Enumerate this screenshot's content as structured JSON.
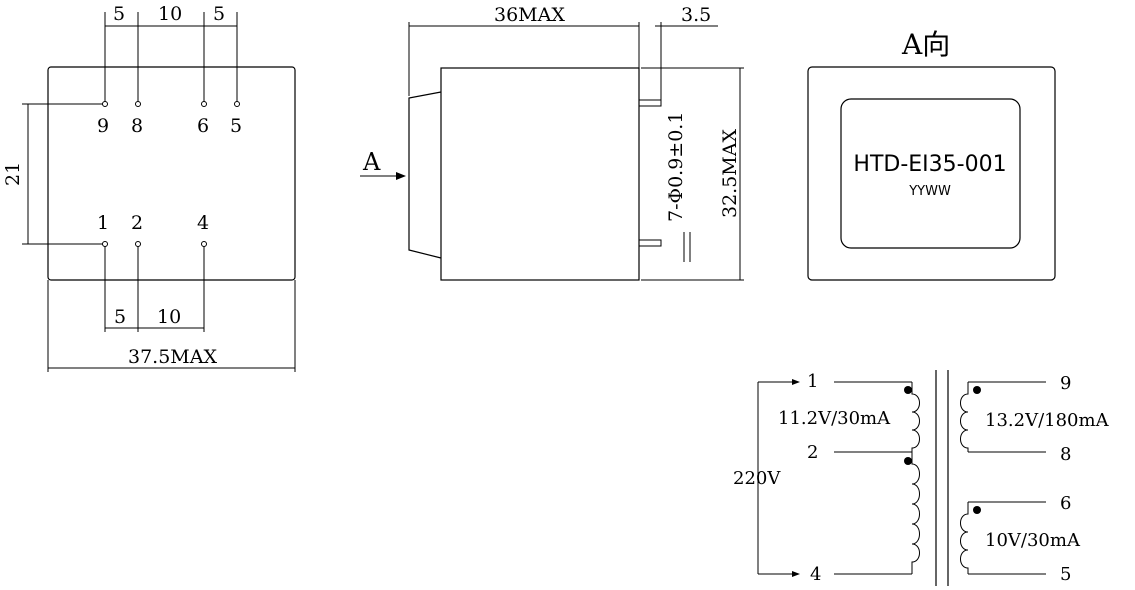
{
  "front_view": {
    "dim_top": [
      "5",
      "10",
      "5"
    ],
    "dim_bottom": [
      "5",
      "10"
    ],
    "dim_left": "21",
    "dim_width": "37.5MAX",
    "pins_top": [
      "9",
      "8",
      "6",
      "5"
    ],
    "pins_bottom": [
      "1",
      "2",
      "4"
    ]
  },
  "side_view": {
    "dim_length": "36MAX",
    "dim_pin": "3.5",
    "dim_pins": "7-Φ0.9±0.1",
    "dim_height": "32.5MAX",
    "arrow_label": "A"
  },
  "a_view": {
    "title": "A向",
    "model": "HTD-EI35-001",
    "date_code": "YYWW"
  },
  "schematic": {
    "primary_pins": [
      "1",
      "2",
      "4"
    ],
    "secondary_pins": [
      "9",
      "8",
      "6",
      "5"
    ],
    "input_voltage": "220V",
    "tap_winding": "11.2V/30mA",
    "secondary_1": "13.2V/180mA",
    "secondary_2": "10V/30mA"
  }
}
